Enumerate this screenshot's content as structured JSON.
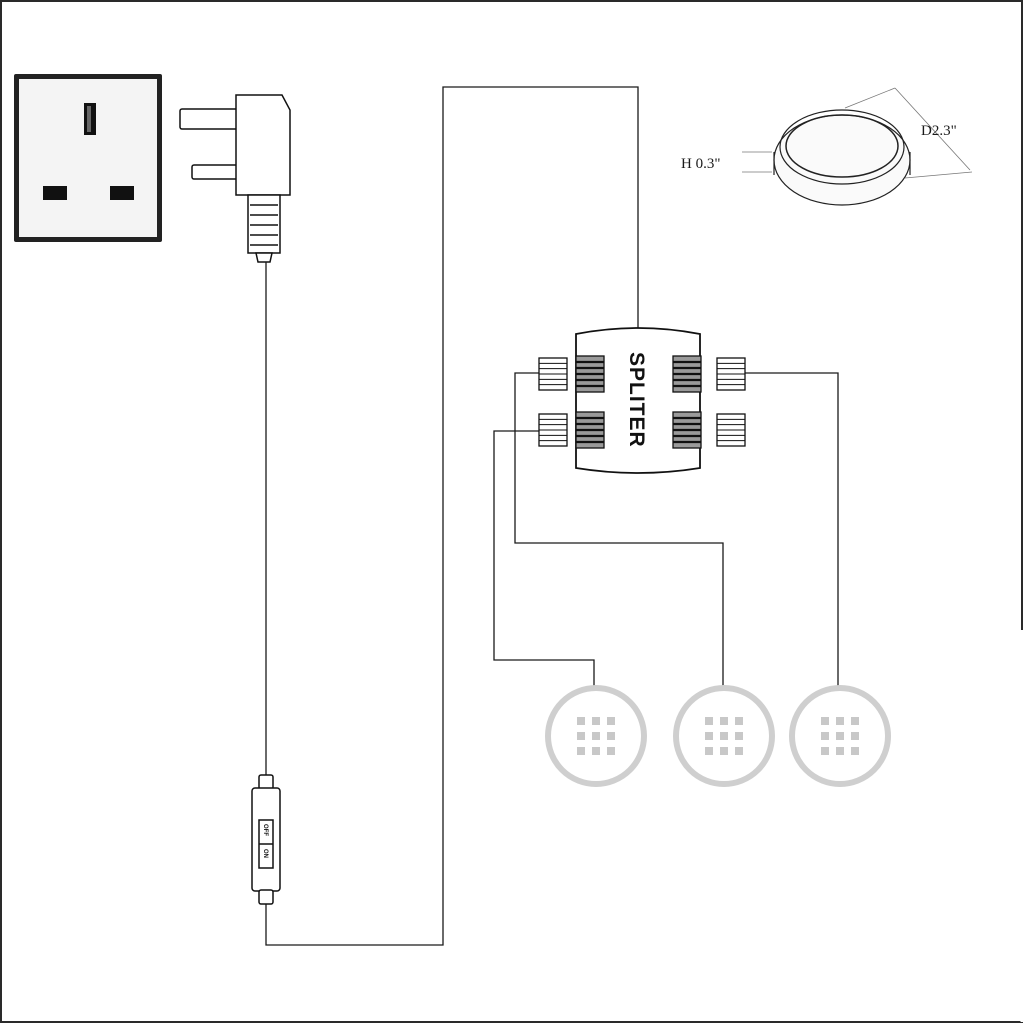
{
  "labels": {
    "diameter": "D2.3\"",
    "height": "H 0.3\"",
    "splitter": "SPLITER",
    "switch_off": "OFF",
    "switch_on": "ON"
  },
  "colors": {
    "line": "#1a1a1a",
    "lamp_ring": "#cfcfcf",
    "lamp_dots": "#c8c8c8",
    "frame": "#2a2a2a"
  },
  "icons": [
    "uk-socket-icon",
    "uk-plug-icon",
    "inline-switch-icon",
    "splitter-box-icon",
    "puck-light-icon"
  ],
  "lamp_count": 3
}
